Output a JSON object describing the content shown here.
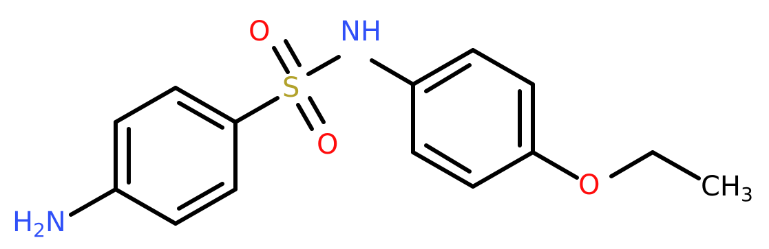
{
  "molecule": {
    "atoms": {
      "amine": {
        "main": "H",
        "sub": "2",
        "tail": "N",
        "color": "#3050F8"
      },
      "imine": {
        "text": "NH",
        "color": "#3050F8"
      },
      "sulfur": {
        "text": "S",
        "color": "#B2A22C"
      },
      "oxygen_top": {
        "text": "O",
        "color": "#FF0D0D"
      },
      "oxygen_bottom": {
        "text": "O",
        "color": "#FF0D0D"
      },
      "oxygen_ether": {
        "text": "O",
        "color": "#FF0D0D"
      },
      "methyl": {
        "main": "CH",
        "sub": "3",
        "color": "#000000"
      }
    }
  }
}
